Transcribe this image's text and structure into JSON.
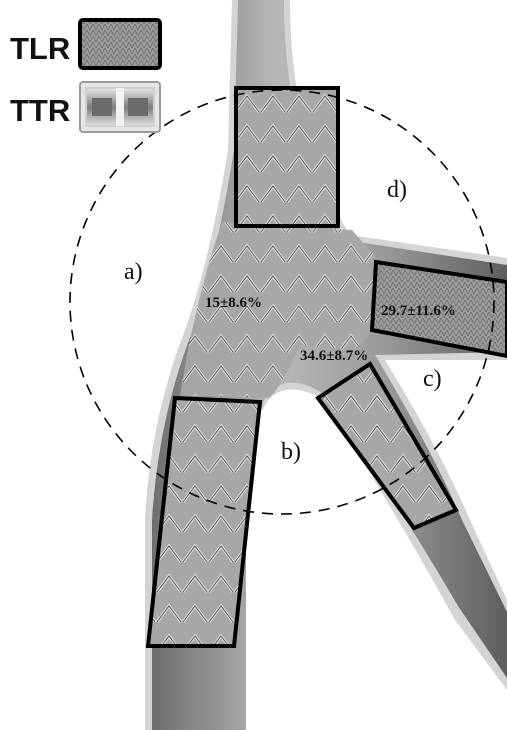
{
  "legend": {
    "items": [
      {
        "label": "TLR",
        "swatch": "crosshatch-texture-swatch"
      },
      {
        "label": "TTR",
        "swatch": "tile-texture-swatch"
      }
    ]
  },
  "regions": {
    "a": "a)",
    "b": "b)",
    "c": "c)",
    "d": "d)"
  },
  "values": {
    "main": "15±8.6%",
    "branch_lower": "34.6±8.7%",
    "branch_right": "29.7±11.6%"
  },
  "colors": {
    "vessel_fill": "#8f8f8f",
    "vessel_halo": "#d4d4d4",
    "stent_outline": "#000000",
    "dashed_circle": "#000000"
  }
}
